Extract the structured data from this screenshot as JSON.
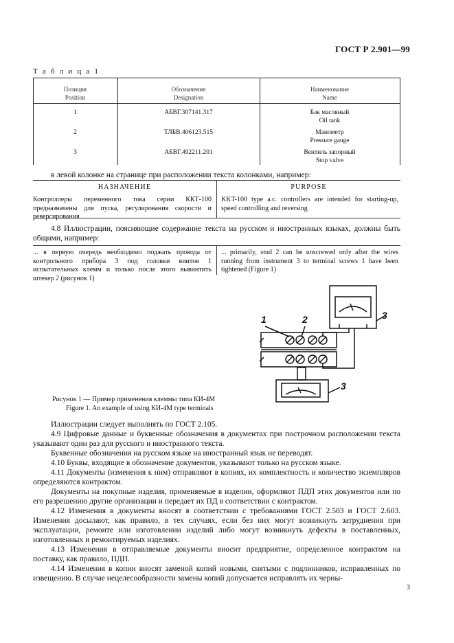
{
  "header": {
    "standard": "ГОСТ Р 2.901—99"
  },
  "table1": {
    "caption": "Т а б л и ц а 1",
    "columns": [
      {
        "ru": "Позиция",
        "en": "Position"
      },
      {
        "ru": "Обозначение",
        "en": "Designation"
      },
      {
        "ru": "Наименование",
        "en": "Name"
      }
    ],
    "rows": [
      {
        "position": "1",
        "designation": "АБВГ.307141.317",
        "name_ru": "Бак масляный",
        "name_en": "Oil tank"
      },
      {
        "position": "2",
        "designation": "ТЛБВ.406123.515",
        "name_ru": "Манометр",
        "name_en": "Pressure gauge"
      },
      {
        "position": "3",
        "designation": "АБВГ.492211.201",
        "name_ru": "Вентиль запорный",
        "name_en": "Stop valve"
      }
    ]
  },
  "intro_left_column": "в левой колонке на странице при расположении текста колонками, например:",
  "purpose_box": {
    "left_title": "НАЗНАЧЕНИЕ",
    "right_title": "PURPOSE",
    "left_text": "Контроллеры переменного тока серии ККТ-100 предназначены для пуска, регулирования скорости и реверсирования",
    "right_text": "KKT-100 type a.c. controllers are intended for starting-up, speed controlling and reversing"
  },
  "para_4_8": "4.8 Иллюстрации, поясняющие содержание текста на русском и иностранных языках, должны быть общими, например:",
  "example_box": {
    "left_text": "... в первую очередь необходимо поджать провода от контрольного прибора 3 под головки винтов 1 испытательных клемм и только после этого вывинтить штекер 2 (рисунок 1)",
    "right_text": "... primarily, stud 2 can be unscrewed only after the wires running from instrument 3 to terminal screws 1 have been tightened (Figure 1)"
  },
  "figure": {
    "labels": [
      "1",
      "2",
      "3",
      "3"
    ],
    "caption_ru": "Рисунок 1 — Пример применения клеммы типа КИ-4М",
    "caption_en": "Figure 1. An example of using КИ-4М type terminals"
  },
  "paragraphs": [
    "Иллюстрации следует выполнять по ГОСТ 2.105.",
    "4.9 Цифровые данные и буквенные обозначения в документах при построчном расположении текста указывают один раз для русского и иностранного текста.",
    "Буквенные обозначения на русском языке на иностранный язык не переводят.",
    "4.10 Буквы, входящие в обозначение документов, указывают только на русском языке.",
    "4.11 Документы (изменения к ним) отправляют в копиях, их комплектность и количество экземпляров определяются контрактом.",
    "Документы на покупные изделия, применяемые в изделии, оформляют ПДП этих документов или по его разрешению другие организации и передает их ПД в соответствии с контрактом.",
    "4.12 Изменения в документы вносят в соответствии с требованиями ГОСТ 2.503 и ГОСТ 2.603. Изменения досылают, как правило, в тех случаях, если без них могут возникнуть затруднения при эксплуатации, ремонте или изготовлении изделий либо могут возникнуть дефекты в поставленных, изготовленных и ремонтируемых изделиях.",
    "4.13 Изменения в отправляемые документы вносит предприятие, определенное контрактом на поставку, как правило, ПДП.",
    "4.14 Изменения в копии вносят заменой копий новыми, снятыми с подлинников, исправленных по извещению. В случае нецелесообразности замены копий допускается исправлять их черны-"
  ],
  "page_number": "3"
}
